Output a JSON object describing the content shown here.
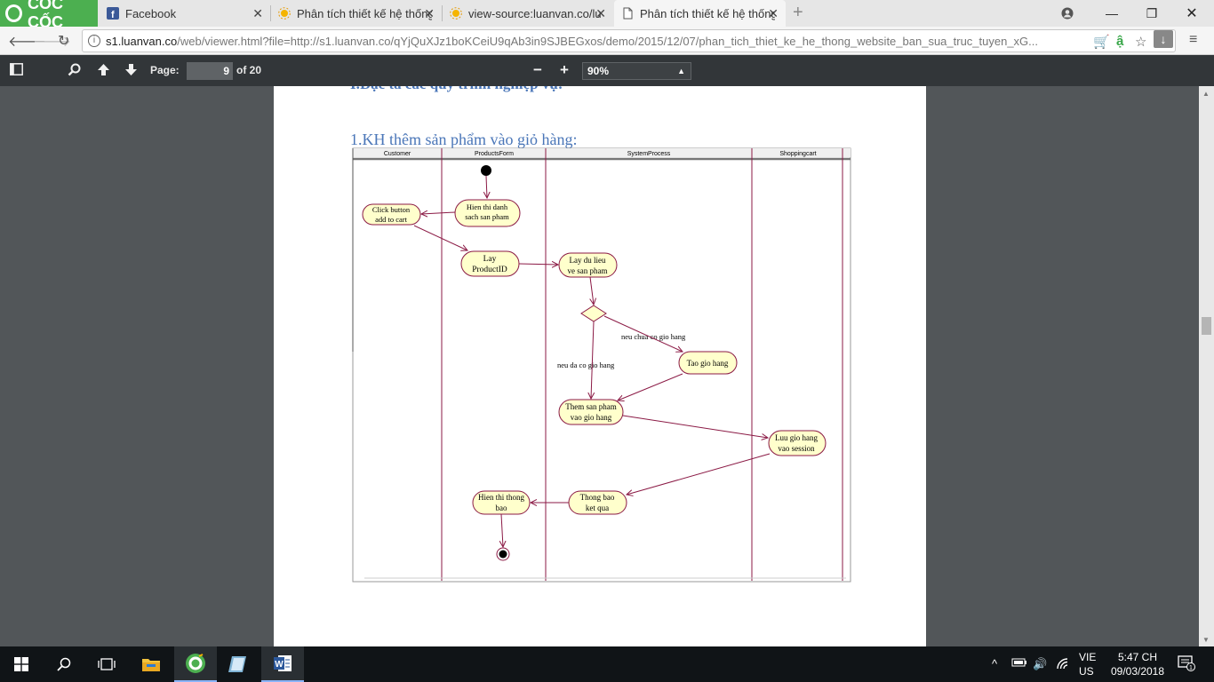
{
  "browser": {
    "brand": "CỐC CỐC",
    "tabs": [
      {
        "title": "Facebook",
        "icon": "facebook-icon"
      },
      {
        "title": "Phân tích thiết kế hệ thống",
        "icon": "sun-icon"
      },
      {
        "title": "view-source:luanvan.co/lu",
        "icon": "sun-icon"
      },
      {
        "title": "Phân tích thiết kế hệ thống",
        "icon": "document-icon"
      }
    ],
    "url_host": "s1.luanvan.co",
    "url_rest": "/web/viewer.html?file=http://s1.luanvan.co/qYjQuXJz1boKCeiU9qAb3in9SJBEGxos/demo/2015/12/07/phan_tich_thiet_ke_he_thong_website_ban_sua_truc_tuyen_xG..."
  },
  "pdf_toolbar": {
    "page_label": "Page:",
    "page_current": "9",
    "page_total": "of 20",
    "zoom": "90%",
    "zoom_out": "−",
    "zoom_in": "+"
  },
  "document": {
    "heading_partial": "I.Đặc tả các quy trình nghiệp vụ:",
    "heading": "1.KH thêm sản  phẩm  vào giỏ hàng:"
  },
  "diagram": {
    "lanes": [
      "Customer",
      "ProductsForm",
      "SystemProcess",
      "Shoppingcart"
    ],
    "activities": {
      "click": [
        "Click button",
        "add to cart"
      ],
      "show_list": [
        "Hien thi danh",
        "sach san pham"
      ],
      "get_id": [
        "Lay",
        "ProductID"
      ],
      "get_data": [
        "Lay du lieu",
        "ve san pham"
      ],
      "create_cart": [
        "Tao gio hang"
      ],
      "add_product": [
        "Them san pham",
        "vao gio hang"
      ],
      "save": [
        "Luu gio hang",
        "vao session"
      ],
      "notify": [
        "Thong bao",
        "ket qua"
      ],
      "show_msg": [
        "Hien thi thong",
        "bao"
      ]
    },
    "guards": {
      "no_cart": "neu chua co gio hang",
      "has_cart": "neu da co gio hang"
    }
  },
  "taskbar": {
    "lang_line1": "VIE",
    "lang_line2": "US",
    "time": "5:47 CH",
    "date": "09/03/2018",
    "notifications": "1"
  }
}
